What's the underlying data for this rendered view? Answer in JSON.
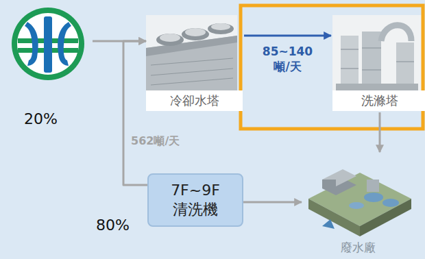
{
  "diagram": {
    "nodes": [
      {
        "text": [
          "20%"
        ]
      },
      {
        "text": [
          "冷卻水塔"
        ]
      },
      {
        "text": [
          "洗滌塔"
        ]
      },
      {
        "text": [
          "7F~9F 清洗機"
        ]
      },
      {
        "text": [
          "廢水廠"
        ]
      }
    ],
    "edges": [
      {
        "from": 0,
        "to": 1,
        "arrow": "to"
      },
      {
        "from": 1,
        "to": 2,
        "label": "85~140 噸/天",
        "arrow": "to"
      },
      {
        "from": 3,
        "to": 1,
        "label": "562噸/天",
        "arrow": "to"
      },
      {
        "from": 3,
        "to": 4,
        "arrow": "to"
      },
      {
        "from": 2,
        "to": 4,
        "arrow": "to"
      }
    ],
    "labels": [
      "80%"
    ]
  }
}
